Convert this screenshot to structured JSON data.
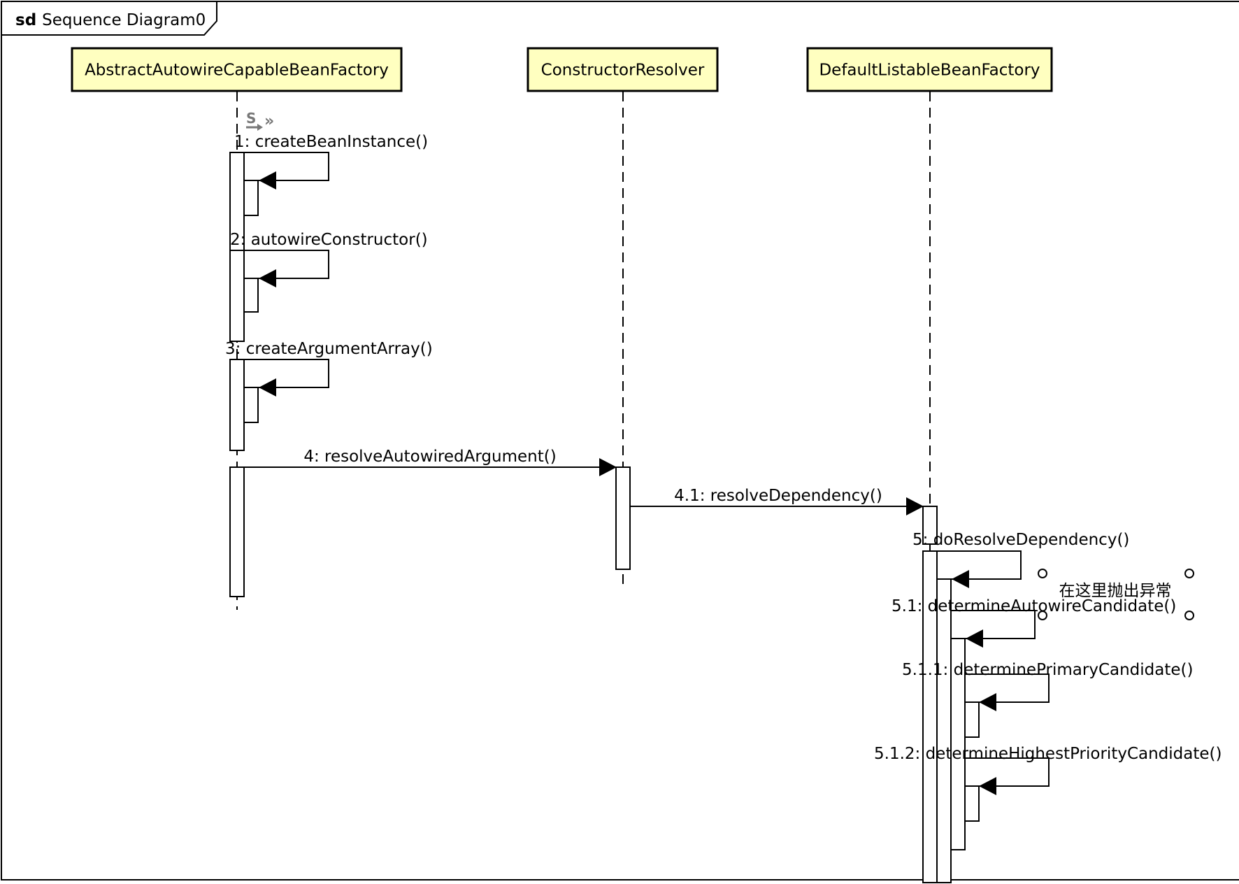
{
  "frame": {
    "keyword": "sd",
    "name": "Sequence Diagram0"
  },
  "lifelines": [
    {
      "name": "AbstractAutowireCapableBeanFactory"
    },
    {
      "name": "ConstructorResolver"
    },
    {
      "name": "DefaultListableBeanFactory"
    }
  ],
  "messages": [
    {
      "label": "1: createBeanInstance()"
    },
    {
      "label": "2: autowireConstructor()"
    },
    {
      "label": "3: createArgumentArray()"
    },
    {
      "label": "4: resolveAutowiredArgument()"
    },
    {
      "label": "4.1: resolveDependency()"
    },
    {
      "label": "5: doResolveDependency()"
    },
    {
      "label": "5.1: determineAutowireCandidate()"
    },
    {
      "label": "5.1.1: determinePrimaryCandidate()"
    },
    {
      "label": "5.1.2: determineHighestPriorityCandidate()"
    }
  ],
  "note": {
    "text": "在这里抛出异常"
  },
  "icons": {
    "start_marker": "start-message-icon"
  }
}
